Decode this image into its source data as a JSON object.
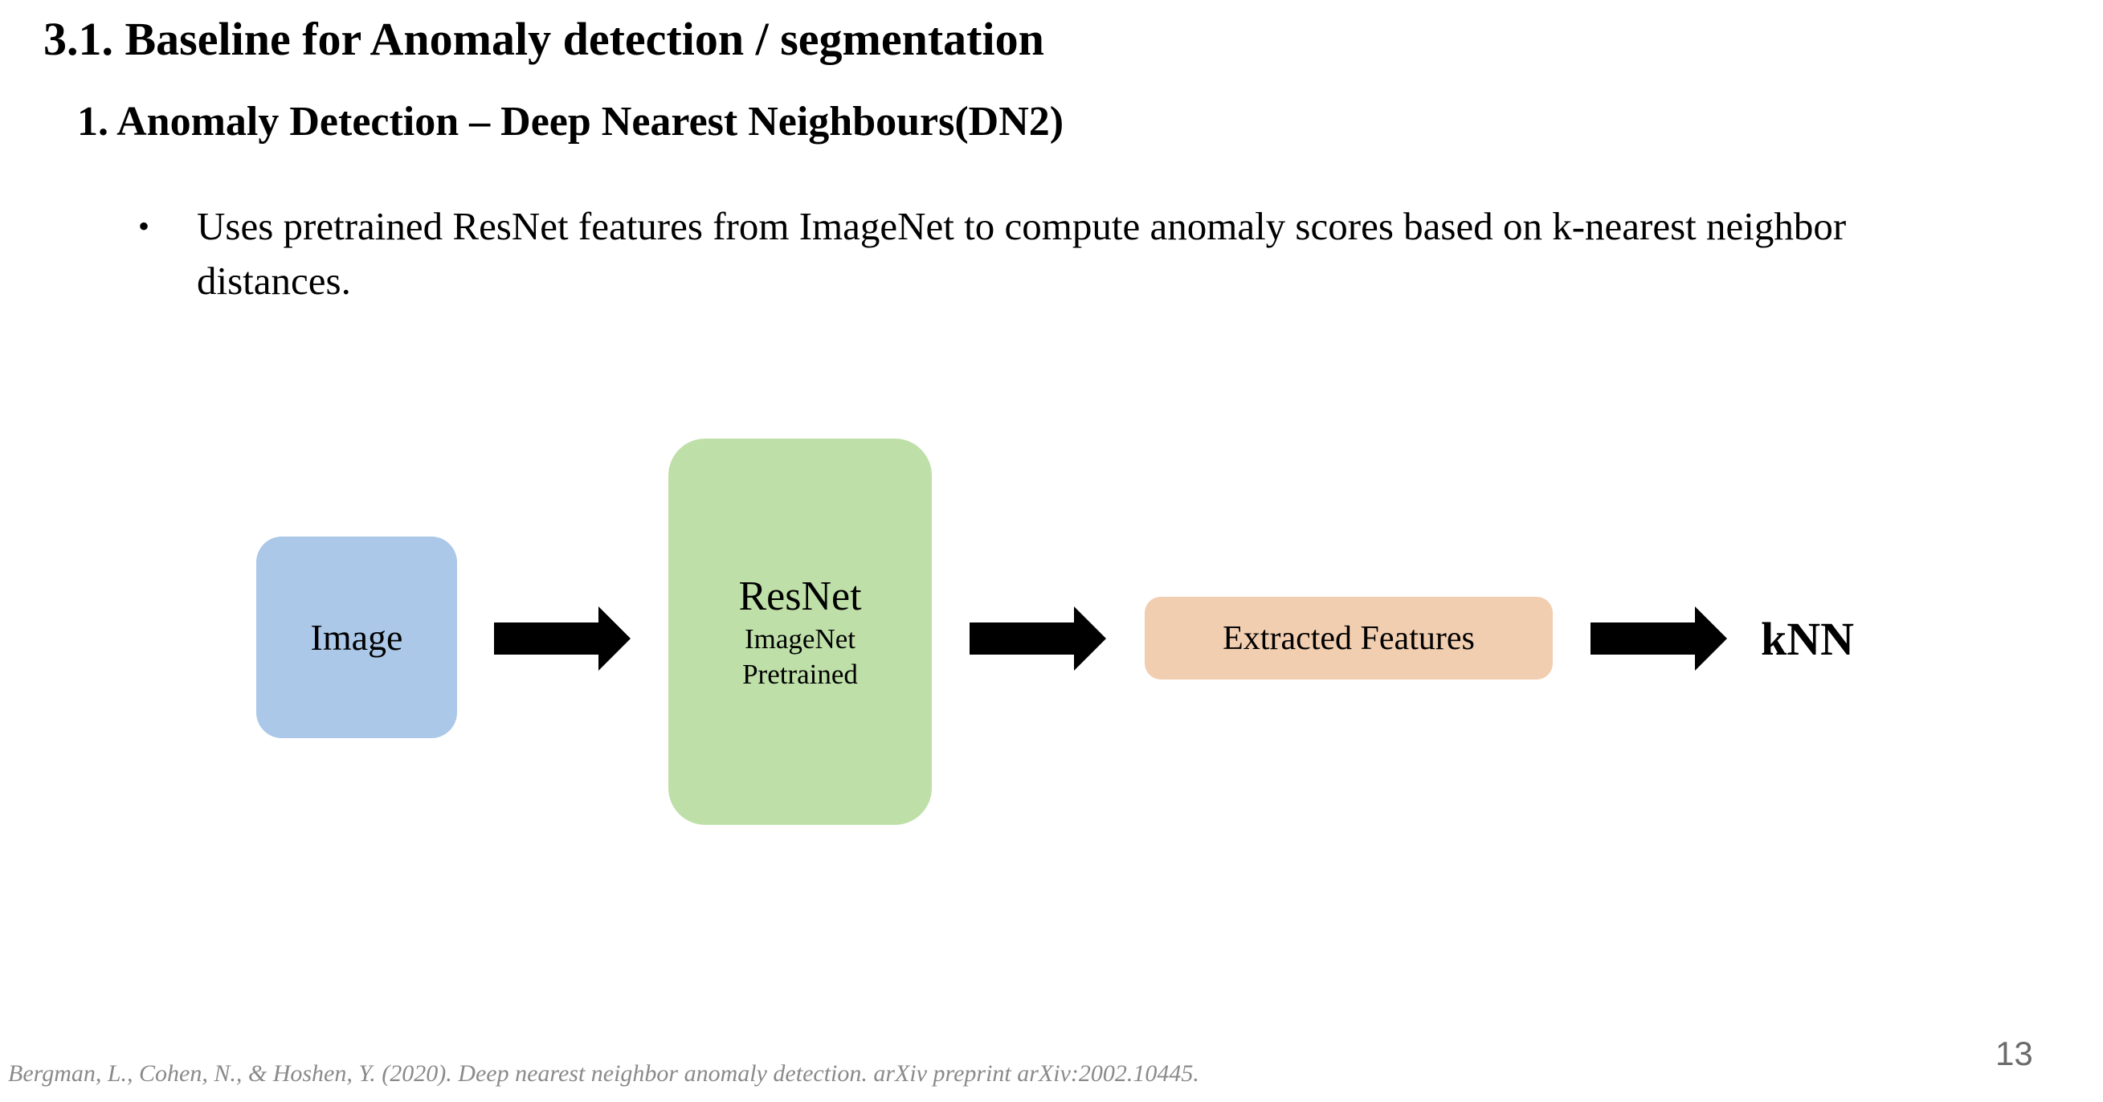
{
  "slide": {
    "title": "3.1. Baseline for Anomaly detection / segmentation",
    "heading": "1. Anomaly Detection – Deep Nearest Neighbours(DN2)",
    "bullet_marker": "•",
    "bullet_text": "Uses pretrained ResNet features from ImageNet to compute anomaly scores based on k-nearest neighbor distances.",
    "citation": "Bergman, L., Cohen, N., & Hoshen, Y. (2020). Deep nearest neighbor anomaly detection. arXiv preprint arXiv:2002.10445.",
    "page_number": "13"
  },
  "diagram": {
    "image_node": {
      "label": "Image",
      "fill": "#abc8e8"
    },
    "resnet_node": {
      "label": "ResNet",
      "subline1": "ImageNet",
      "subline2": "Pretrained",
      "fill": "#bee0a8"
    },
    "features_node": {
      "label": "Extracted Features",
      "fill": "#f2ceb1"
    },
    "knn_label": "kNN",
    "arrow_color": "#000000"
  }
}
